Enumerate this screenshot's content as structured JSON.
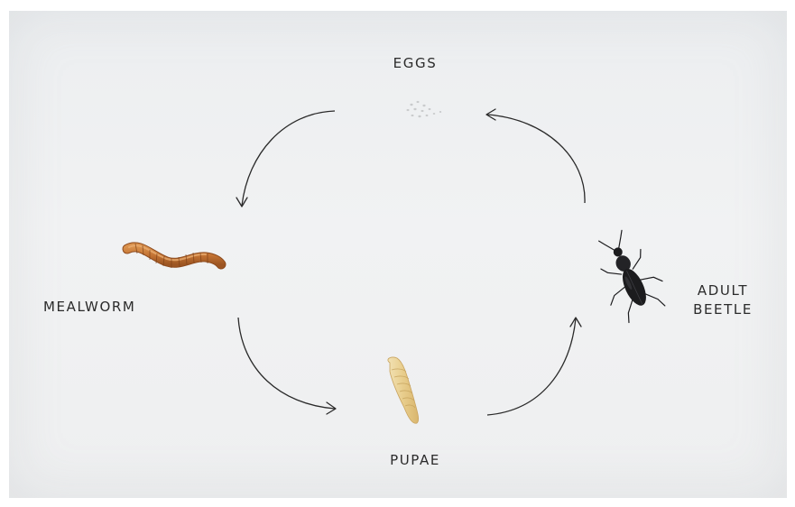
{
  "diagram": {
    "stages": {
      "eggs": "EGGS",
      "mealworm": "MEALWORM",
      "pupae": "PUPAE",
      "adult_beetle_line1": "ADULT",
      "adult_beetle_line2": "BEETLE"
    },
    "cycle_order": [
      "EGGS",
      "MEALWORM",
      "PUPAE",
      "ADULT BEETLE"
    ],
    "colors": {
      "background": "#eeeff0",
      "text": "#2b2b2b",
      "arrow": "#2a2a2a",
      "mealworm": "#c77a3a",
      "pupa": "#ead39a",
      "beetle": "#1c1c1e"
    }
  }
}
